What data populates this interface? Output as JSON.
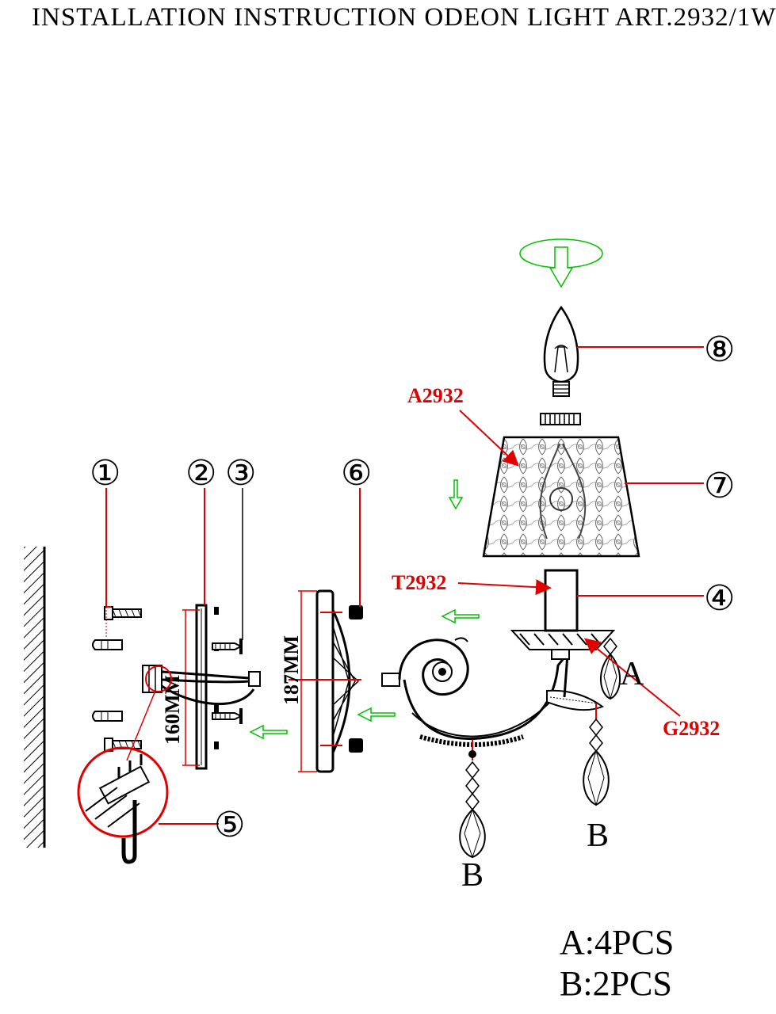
{
  "title": "INSTALLATION INSTRUCTION ODEON LIGHT ART.2932/1W",
  "parts": [
    {
      "label": "①",
      "number": "1",
      "name": "bolts-and-wall-plugs"
    },
    {
      "label": "②",
      "number": "2",
      "name": "mounting-bracket"
    },
    {
      "label": "③",
      "number": "3",
      "name": "screws"
    },
    {
      "label": "④",
      "number": "4",
      "name": "candle-sleeve"
    },
    {
      "label": "⑤",
      "number": "5",
      "name": "terminal-block"
    },
    {
      "label": "⑥",
      "number": "6",
      "name": "wall-canopy"
    },
    {
      "label": "⑦",
      "number": "7",
      "name": "lampshade"
    },
    {
      "label": "⑧",
      "number": "8",
      "name": "light-bulb"
    }
  ],
  "codes": {
    "shade": "A2932",
    "sleeve": "T2932",
    "cup": "G2932"
  },
  "letters": {
    "a": "A",
    "b_left": "B",
    "b_right": "B"
  },
  "dimensions": {
    "bracket": "160MM",
    "canopy": "187MM"
  },
  "quantities": {
    "a": "A:4PCS",
    "b": "B:2PCS"
  },
  "colors": {
    "leader": "#e00000",
    "arrow": "#00c000",
    "line": "#000000"
  }
}
